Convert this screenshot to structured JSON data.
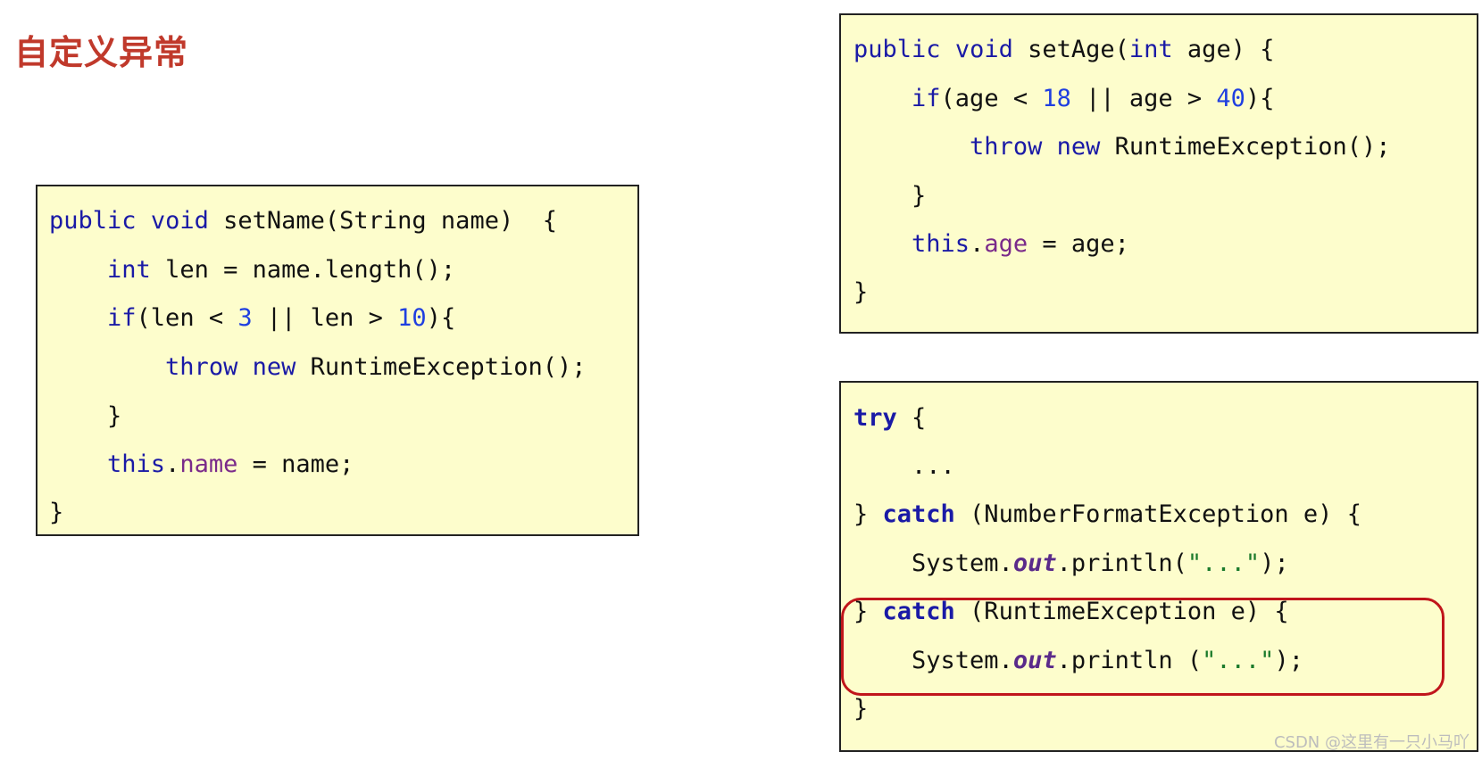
{
  "title": "自定义异常",
  "box_left": {
    "line1": {
      "t1": "public",
      "t2": " ",
      "t3": "void",
      "t4": " setName(String name)  {"
    },
    "line2": {
      "t1": "    ",
      "t2": "int",
      "t3": " len = name.length();"
    },
    "line3": {
      "t1": "    ",
      "t2": "if",
      "t3": "(len < ",
      "t4": "3",
      "t5": " || len > ",
      "t6": "10",
      "t7": "){"
    },
    "line4": {
      "t1": "        ",
      "t2": "throw",
      "t3": " ",
      "t4": "new",
      "t5": " RuntimeException();"
    },
    "line5": {
      "t1": "    }"
    },
    "line6": {
      "t1": "    ",
      "t2": "this",
      "t3": ".",
      "t4": "name",
      "t5": " = name;"
    },
    "line7": {
      "t1": "}"
    }
  },
  "box_right_top": {
    "line1": {
      "t1": "public",
      "t2": " ",
      "t3": "void",
      "t4": " setAge(",
      "t5": "int",
      "t6": " age) {"
    },
    "line2": {
      "t1": "    ",
      "t2": "if",
      "t3": "(age < ",
      "t4": "18",
      "t5": " || age > ",
      "t6": "40",
      "t7": "){"
    },
    "line3": {
      "t1": "        ",
      "t2": "throw",
      "t3": " ",
      "t4": "new",
      "t5": " RuntimeException();"
    },
    "line4": {
      "t1": "    }"
    },
    "line5": {
      "t1": "    ",
      "t2": "this",
      "t3": ".",
      "t4": "age",
      "t5": " = age;"
    },
    "line6": {
      "t1": "}"
    }
  },
  "box_right_bottom": {
    "line1": {
      "t1": "try",
      "t2": " {"
    },
    "line2": {
      "t1": "    ..."
    },
    "line3": {
      "t1": "} ",
      "t2": "catch",
      "t3": " (NumberFormatException e) {"
    },
    "line4": {
      "t1": "    System.",
      "t2": "out",
      "t3": ".println(",
      "t4": "\"...\"",
      "t5": ");"
    },
    "line5": {
      "t1": "} ",
      "t2": "catch",
      "t3": " (RuntimeException e) {"
    },
    "line6": {
      "t1": "    System.",
      "t2": "out",
      "t3": ".println (",
      "t4": "\"...\"",
      "t5": ");"
    },
    "line7": {
      "t1": "}"
    }
  },
  "watermark": "CSDN @这里有一只小马吖",
  "colors": {
    "title": "#c0392b",
    "keyword": "#1a1aa6",
    "number": "#1f3fe0",
    "field": "#7a2a8a",
    "string": "#1b7a2b",
    "box_background": "#fdfdcc",
    "highlight_border": "#c0151b"
  }
}
